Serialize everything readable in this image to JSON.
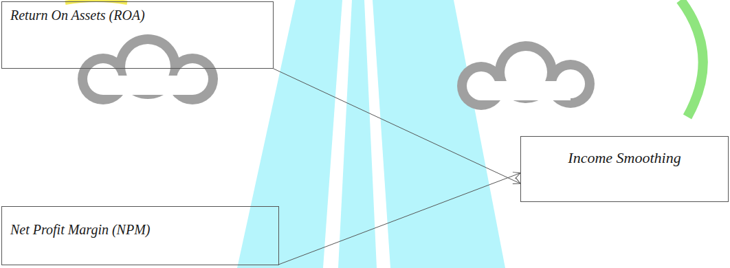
{
  "diagram": {
    "nodes": [
      {
        "text": [
          "Return On Assets (ROA)"
        ]
      },
      {
        "text": [
          "Net Profit Margin (NPM)"
        ]
      },
      {
        "text": [
          "Income Smoothing"
        ]
      }
    ],
    "edges": [
      {
        "from": 0,
        "to": 2,
        "arrow": "to"
      },
      {
        "from": 1,
        "to": 2,
        "arrow": "to"
      }
    ]
  }
}
